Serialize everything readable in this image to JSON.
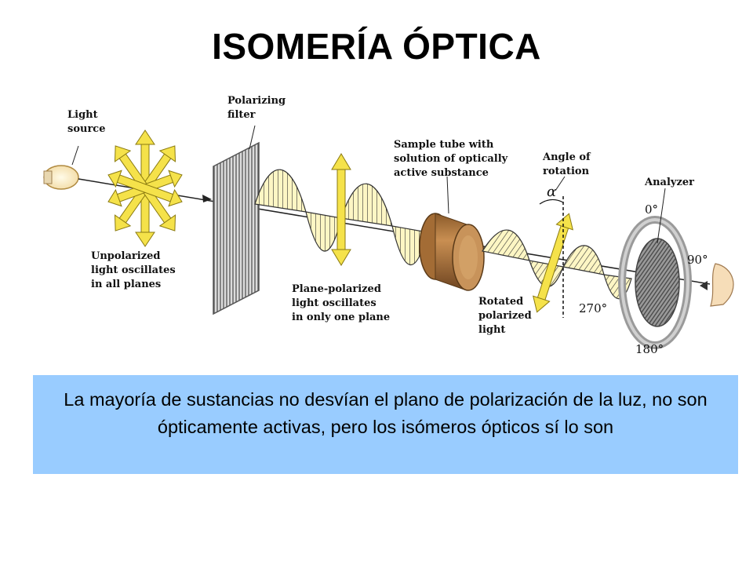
{
  "slide": {
    "title": "ISOMERÍA ÓPTICA",
    "caption": "La mayoría de sustancias no desvían el plano de polarización de la luz, no son ópticamente activas, pero los isómeros ópticos sí lo son"
  },
  "diagram": {
    "labels": {
      "light_source": [
        "Light",
        "source"
      ],
      "polarizing_filter": [
        "Polarizing",
        "filter"
      ],
      "sample_tube": [
        "Sample tube with",
        "solution of optically",
        "active substance"
      ],
      "angle_of_rotation": [
        "Angle of",
        "rotation"
      ],
      "analyzer": "Analyzer",
      "unpolarized_light": [
        "Unpolarized",
        "light oscillates",
        "in all planes"
      ],
      "plane_polarized_light": [
        "Plane-polarized",
        "light oscillates",
        "in only one plane"
      ],
      "rotated_polarized_light": [
        "Rotated",
        "polarized",
        "light"
      ],
      "alpha": "α"
    },
    "dial_degrees": {
      "top": "0°",
      "right": "90°",
      "bottom": "180°",
      "left": "270°"
    },
    "colors": {
      "light_yellow": "#f5e24a",
      "wave_fill": "#fdf6c4",
      "filter_grey": "#888888",
      "tube_brown": "#b07a3e",
      "caption_bg": "#99ccff"
    }
  }
}
